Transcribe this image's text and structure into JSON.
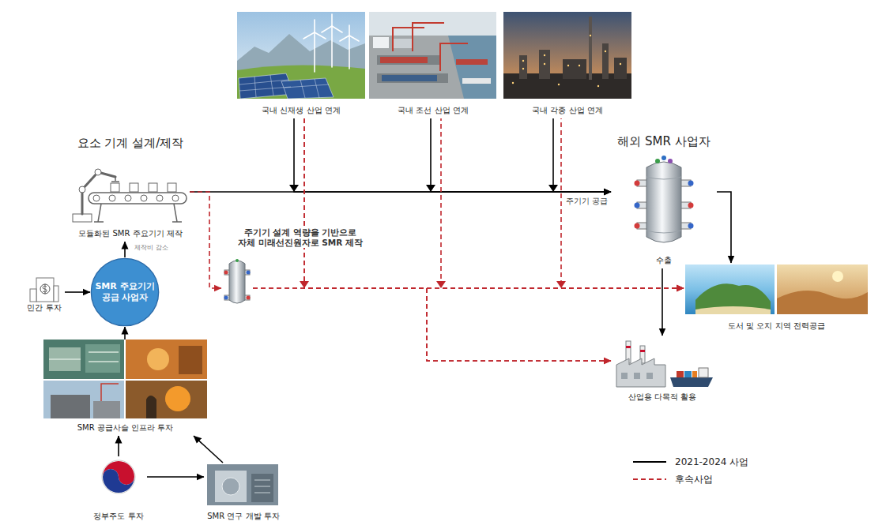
{
  "diagram": {
    "nodes": [
      {
        "text": [
          "요소 기계 설계/제작",
          "모듈화된 SMR 주요기기 제작"
        ]
      },
      {
        "text": [
          "국내 신재생 산업 연계"
        ]
      },
      {
        "text": [
          "국내 조선 산업 연계"
        ]
      },
      {
        "text": [
          "국내 각종 산업 연계"
        ]
      },
      {
        "text": [
          "해외 SMR 사업자",
          "수출"
        ]
      },
      {
        "text": [
          "주기기 설계 역량을 기반으로 자체 미래선진원자로 SMR 제작"
        ]
      },
      {
        "text": [
          "SMR 주요기기 공급 사업자"
        ]
      },
      {
        "text": [
          "민간 투자"
        ]
      },
      {
        "text": [
          "SMR 공급사슬 인프라 투자"
        ]
      },
      {
        "text": [
          "정부주도 투자"
        ]
      },
      {
        "text": [
          "SMR 연구 개발 투자"
        ]
      },
      {
        "text": [
          "도서 및 오지 지역 전력공급"
        ]
      },
      {
        "text": [
          "산업용 다목적 활용"
        ]
      }
    ],
    "edges": [
      {
        "from": 9,
        "to": 10,
        "arrow": "to"
      },
      {
        "from": 9,
        "to": 8,
        "arrow": "to"
      },
      {
        "from": 10,
        "to": 8,
        "arrow": "to"
      },
      {
        "from": 8,
        "to": 6,
        "arrow": "to"
      },
      {
        "from": 7,
        "to": 6,
        "arrow": "to"
      },
      {
        "from": 6,
        "to": 0,
        "label": "제작비 감소",
        "arrow": "to"
      },
      {
        "from": 0,
        "to": 4,
        "label": "주기기 공급",
        "arrow": "to"
      },
      {
        "from": 1,
        "to": 4,
        "arrow": "to"
      },
      {
        "from": 2,
        "to": 4,
        "arrow": "to"
      },
      {
        "from": 3,
        "to": 4,
        "arrow": "to"
      },
      {
        "from": 4,
        "to": 11,
        "arrow": "to"
      },
      {
        "from": 4,
        "to": 12,
        "arrow": "to"
      },
      {
        "from": 0,
        "to": 5,
        "arrow": "to"
      },
      {
        "from": 5,
        "to": 11,
        "arrow": "to"
      },
      {
        "from": 5,
        "to": 12,
        "arrow": "to"
      },
      {
        "from": 1,
        "to": 11,
        "arrow": "to"
      },
      {
        "from": 1,
        "to": 12,
        "arrow": "to"
      },
      {
        "from": 2,
        "to": 11,
        "arrow": "to"
      },
      {
        "from": 3,
        "to": 11,
        "arrow": "to"
      }
    ],
    "legend": [
      {
        "text": "2021-2024 사업"
      },
      {
        "text": "후속사업"
      }
    ]
  }
}
